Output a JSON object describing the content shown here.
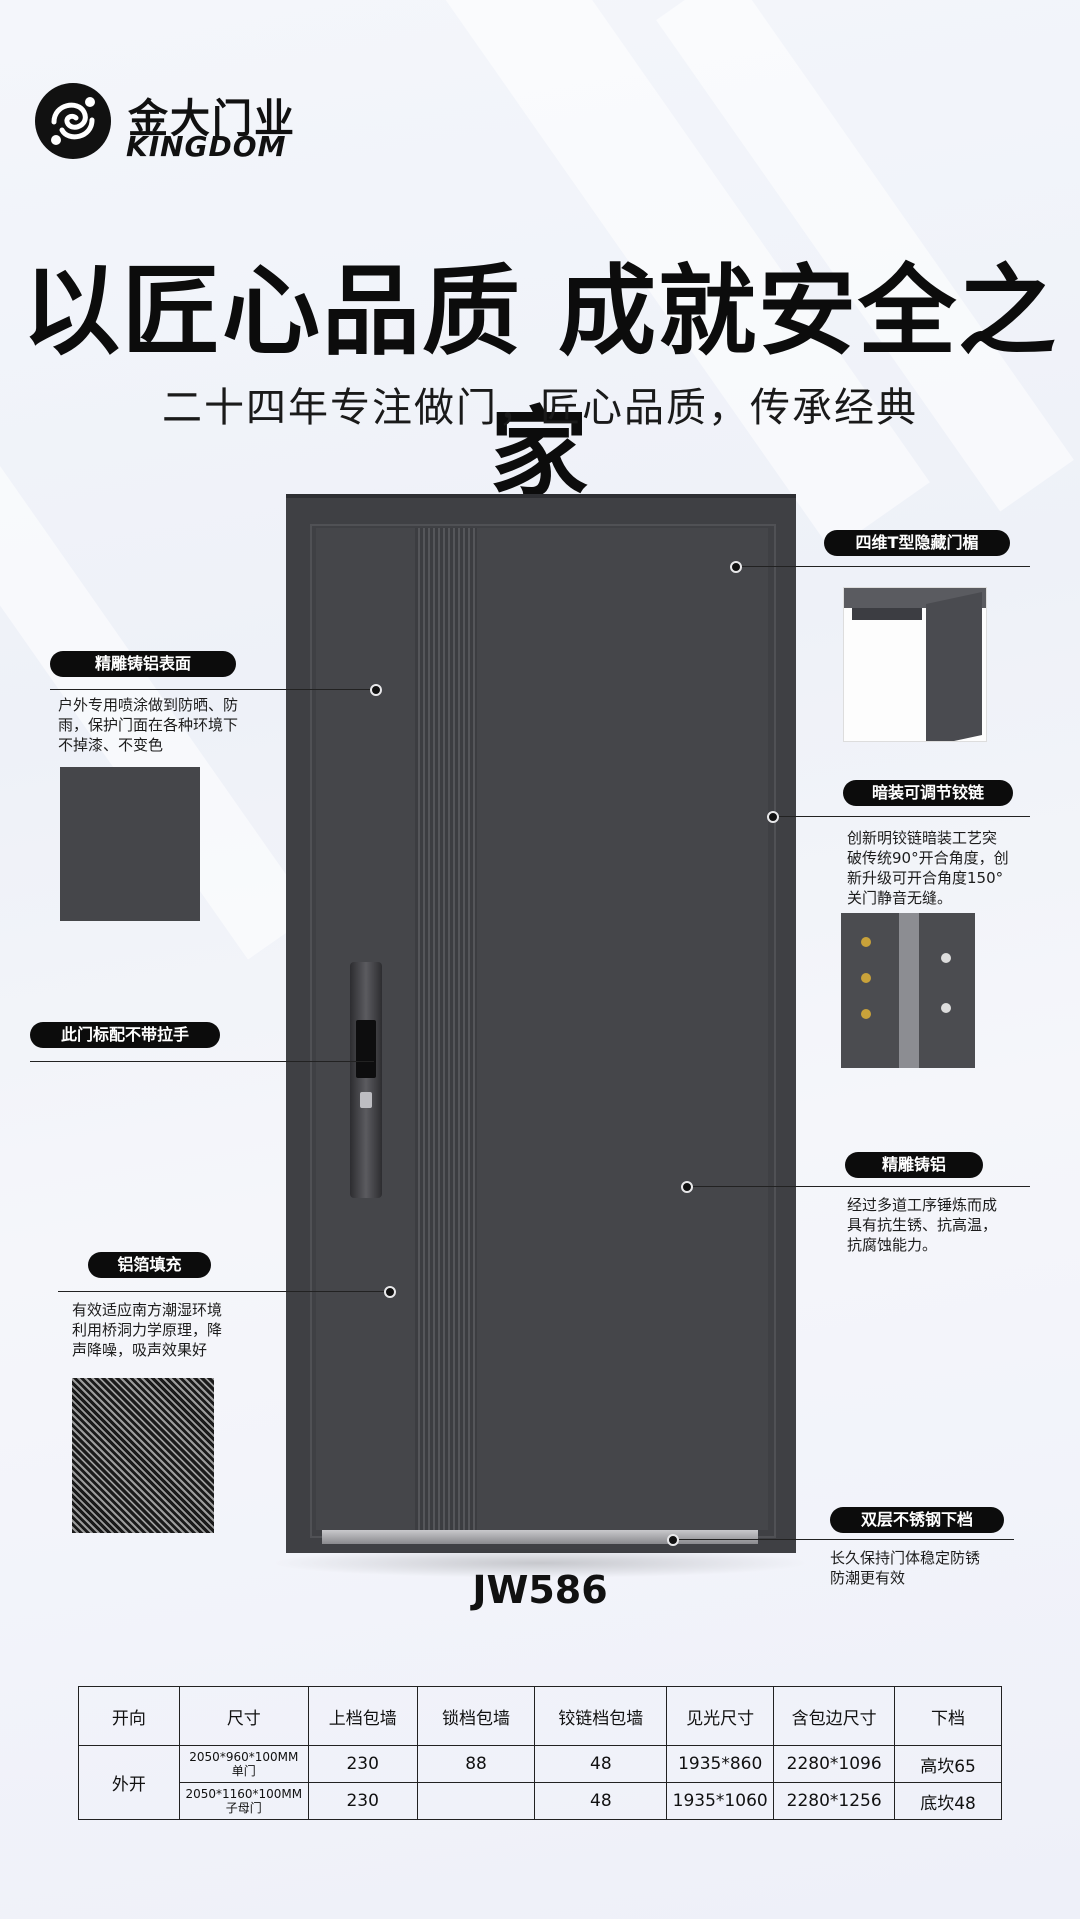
{
  "brand": {
    "name_cn": "金大门业",
    "name_en": "KINGDOM"
  },
  "headline": "以匠心品质 成就安全之家",
  "subheadline": "二十四年专注做门，匠心品质，传承经典",
  "model": "JW586",
  "callouts": {
    "frame": {
      "title": "四维T型隐藏门楣"
    },
    "surface": {
      "title": "精雕铸铝表面",
      "desc": [
        "户外专用喷涂做到防晒、防",
        "雨，保护门面在各种环境下",
        "不掉漆、不变色"
      ]
    },
    "hinge": {
      "title": "暗装可调节铰链",
      "desc": [
        "创新明铰链暗装工艺突",
        "破传统90°开合角度，创",
        "新升级可开合角度150°",
        "关门静音无缝。"
      ]
    },
    "handle": {
      "title": "此门标配不带拉手"
    },
    "cast": {
      "title": "精雕铸铝",
      "desc": [
        "经过多道工序锤炼而成",
        "具有抗生锈、抗高温，",
        "抗腐蚀能力。"
      ]
    },
    "fill": {
      "title": "铝箔填充",
      "desc": [
        "有效适应南方潮湿环境",
        "利用桥洞力学原理，降",
        "声降噪，吸声效果好"
      ]
    },
    "bottom": {
      "title": "双层不锈钢下档",
      "desc": [
        "长久保持门体稳定防锈",
        "防潮更有效"
      ]
    }
  },
  "table": {
    "headers": [
      "开向",
      "尺寸",
      "上档包墙",
      "锁档包墙",
      "铰链档包墙",
      "见光尺寸",
      "含包边尺寸",
      "下档"
    ],
    "direction": "外开",
    "rows": [
      {
        "size": "2050*960*100MM",
        "type": "单门",
        "top": "230",
        "lock": "88",
        "hinge": "48",
        "visible": "1935*860",
        "trim": "2280*1096",
        "bottom": "高坎65"
      },
      {
        "size": "2050*1160*100MM",
        "type": "子母门",
        "top": "230",
        "lock": "",
        "hinge": "48",
        "visible": "1935*1060",
        "trim": "2280*1256",
        "bottom": "底坎48"
      }
    ]
  }
}
